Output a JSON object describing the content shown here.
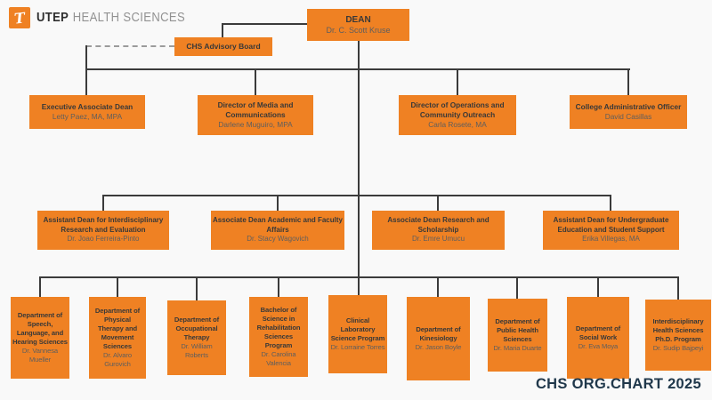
{
  "header": {
    "brand_bold": "UTEP",
    "brand_light": "HEALTH SCIENCES",
    "logo_icon": "utep-pickaxe-icon",
    "logo_glyph": "T"
  },
  "footer": {
    "caption": "CHS ORG.CHART 2025"
  },
  "colors": {
    "box_orange": "#EF8123",
    "connector_dark": "#3B3B3B",
    "dashed_gray": "#9B9B9B",
    "title_text": "#383838",
    "name_text": "#5E5E5E",
    "footer_navy": "#20384B",
    "background": "#F9F9F9"
  },
  "chart": {
    "dean": {
      "title": "DEAN",
      "name": "Dr. C. Scott Kruse"
    },
    "advisory": {
      "title": "CHS Advisory Board"
    },
    "row2": [
      {
        "title": "Executive Associate Dean",
        "name": "Letty Paez, MA, MPA"
      },
      {
        "title": "Director of Media and Communications",
        "name": "Darlene Muguiro, MPA"
      },
      {
        "title": "Director of Operations and Community Outreach",
        "name": "Carla Rosete, MA"
      },
      {
        "title": "College Administrative Officer",
        "name": "David Casillas"
      }
    ],
    "row3": [
      {
        "title": "Assistant Dean for Interdisciplinary Research and Evaluation",
        "name": "Dr. Joao Ferreira-Pinto"
      },
      {
        "title": "Associate Dean Academic and Faculty Affairs",
        "name": "Dr. Stacy Wagovich"
      },
      {
        "title": "Associate Dean Research and Scholarship",
        "name": "Dr. Emre Umucu"
      },
      {
        "title": "Assistant Dean for Undergraduate Education and Student Support",
        "name": "Erika Villegas, MA"
      }
    ],
    "row4": [
      {
        "title": "Department of Speech, Language, and Hearing Sciences",
        "name": "Dr. Vannesa Mueller"
      },
      {
        "title": "Department of Physical Therapy and Movement Sciences",
        "name": "Dr. Alvaro Gurovich"
      },
      {
        "title": "Department of Occupational Therapy",
        "name": "Dr. William Roberts"
      },
      {
        "title": "Bachelor of Science in Rehabilitation Sciences Program",
        "name": "Dr. Carolina Valencia"
      },
      {
        "title": "Clinical Laboratory Science Program",
        "name": "Dr. Lorraine Torres"
      },
      {
        "title": "Department of Kinesiology",
        "name": "Dr. Jason Boyle"
      },
      {
        "title": "Department of Public Health Sciences",
        "name": "Dr. Maria Duarte"
      },
      {
        "title": "Department of Social Work",
        "name": "Dr. Eva Moya"
      },
      {
        "title": "Interdisciplinary Health Sciences Ph.D. Program",
        "name": "Dr. Sudip Bajpeyi"
      }
    ]
  }
}
